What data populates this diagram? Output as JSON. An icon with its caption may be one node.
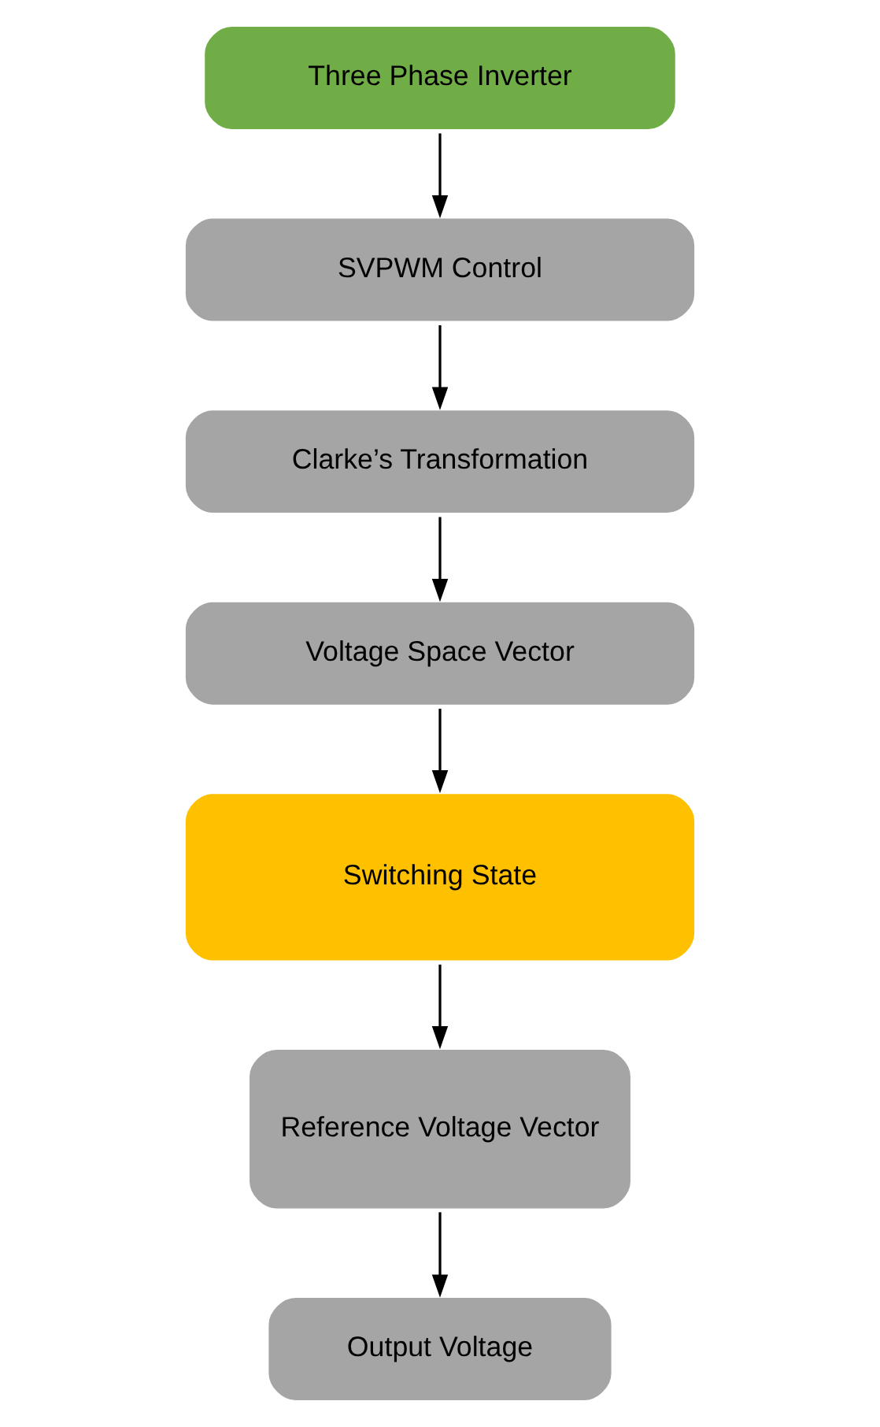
{
  "diagram": {
    "nodes": [
      {
        "text": [
          "Three Phase Inverter"
        ]
      },
      {
        "text": [
          "SVPWM Control"
        ]
      },
      {
        "text": [
          "Clarke’s Transformation"
        ]
      },
      {
        "text": [
          "Voltage Space Vector"
        ]
      },
      {
        "text": [
          "Switching State"
        ]
      },
      {
        "text": [
          "Reference Voltage Vector"
        ]
      },
      {
        "text": [
          "Output Voltage"
        ]
      }
    ],
    "edges": [
      {
        "from": 0,
        "to": 1,
        "arrow": "to"
      },
      {
        "from": 1,
        "to": 2,
        "arrow": "to"
      },
      {
        "from": 2,
        "to": 3,
        "arrow": "to"
      },
      {
        "from": 3,
        "to": 4,
        "arrow": "to"
      },
      {
        "from": 4,
        "to": 5,
        "arrow": "to"
      },
      {
        "from": 5,
        "to": 6,
        "arrow": "to"
      }
    ]
  }
}
